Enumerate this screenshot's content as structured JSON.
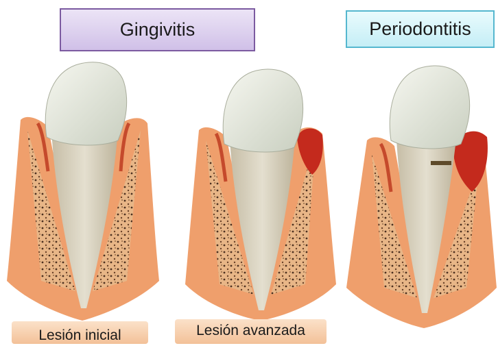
{
  "labels": {
    "gingivitis": "Gingivitis",
    "periodontitis": "Periodontitis",
    "lesion_inicial": "Lesión inicial",
    "lesion_avanzada": "Lesión avanzada"
  },
  "colors": {
    "gingivitis_box": "#d8c9ec",
    "gingivitis_border": "#7b5aa0",
    "periodontitis_box": "#d4f3f8",
    "periodontitis_border": "#55b7cf",
    "stage_label_box": "#f6cfad",
    "enamel": "#e9ece1",
    "root": "#d9d3bf",
    "bone": "#f0a878",
    "gum_inflamed": "#c42a1d"
  },
  "illustrations": [
    {
      "name": "healthy-tooth",
      "icon": "tooth-icon"
    },
    {
      "name": "gingivitis-tooth",
      "icon": "tooth-icon"
    },
    {
      "name": "periodontitis-tooth",
      "icon": "tooth-icon"
    }
  ]
}
